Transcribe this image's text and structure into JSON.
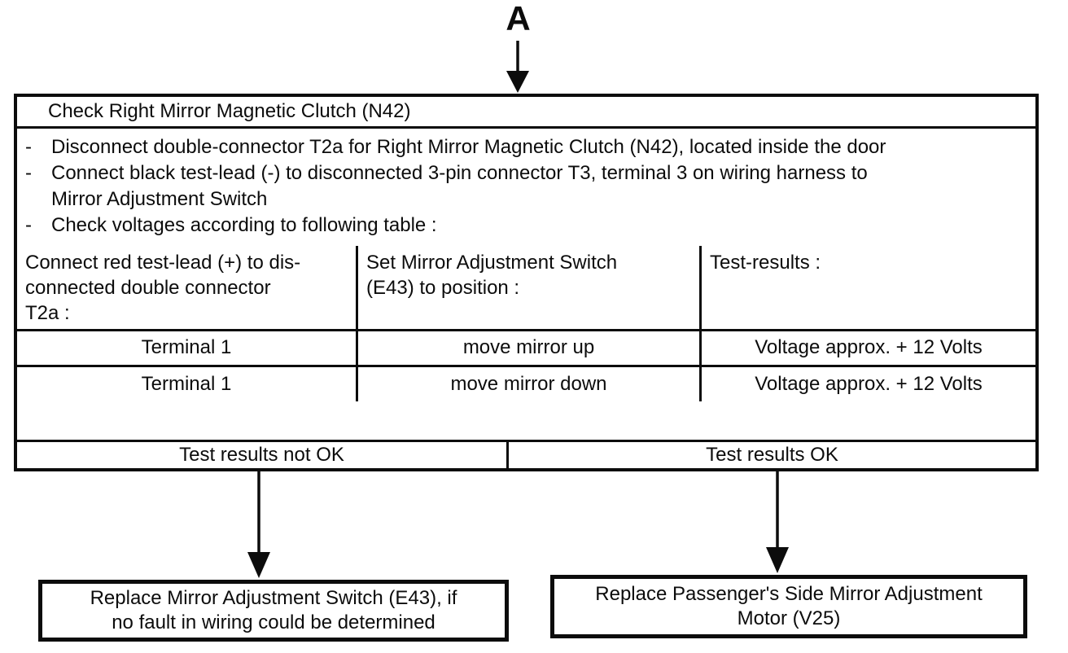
{
  "connector": {
    "label": "A"
  },
  "colors": {
    "ink": "#0c0c0c",
    "paper": "#ffffff"
  },
  "main_box": {
    "title": "Check Right Mirror Magnetic Clutch (N42)",
    "bullet_char": "-",
    "instructions": [
      {
        "lines": [
          "Disconnect double-connector T2a for Right Mirror Magnetic Clutch (N42), located inside the door"
        ]
      },
      {
        "lines": [
          "Connect black test-lead (-) to disconnected 3-pin connector T3, terminal 3 on wiring harness to",
          "Mirror Adjustment Switch"
        ]
      },
      {
        "lines": [
          "Check voltages according to following table :"
        ]
      }
    ],
    "table": {
      "header": [
        {
          "lines": [
            "Connect red test-lead (+) to dis-",
            "connected double connector",
            "T2a :"
          ]
        },
        {
          "lines": [
            "Set Mirror Adjustment Switch",
            "(E43) to position :"
          ]
        },
        {
          "lines": [
            "Test-results :"
          ]
        }
      ],
      "rows": [
        [
          "Terminal 1",
          "move mirror up",
          "Voltage approx. + 12 Volts"
        ],
        [
          "Terminal 1",
          "move mirror down",
          "Voltage approx. + 12 Volts"
        ]
      ]
    },
    "results": {
      "not_ok": "Test results not OK",
      "ok": "Test results OK"
    }
  },
  "outcome_boxes": {
    "not_ok": {
      "lines": [
        "Replace Mirror Adjustment Switch (E43), if",
        "no fault in wiring could be determined"
      ]
    },
    "ok": {
      "lines": [
        "Replace Passenger's Side Mirror Adjustment",
        "Motor (V25)"
      ]
    }
  }
}
